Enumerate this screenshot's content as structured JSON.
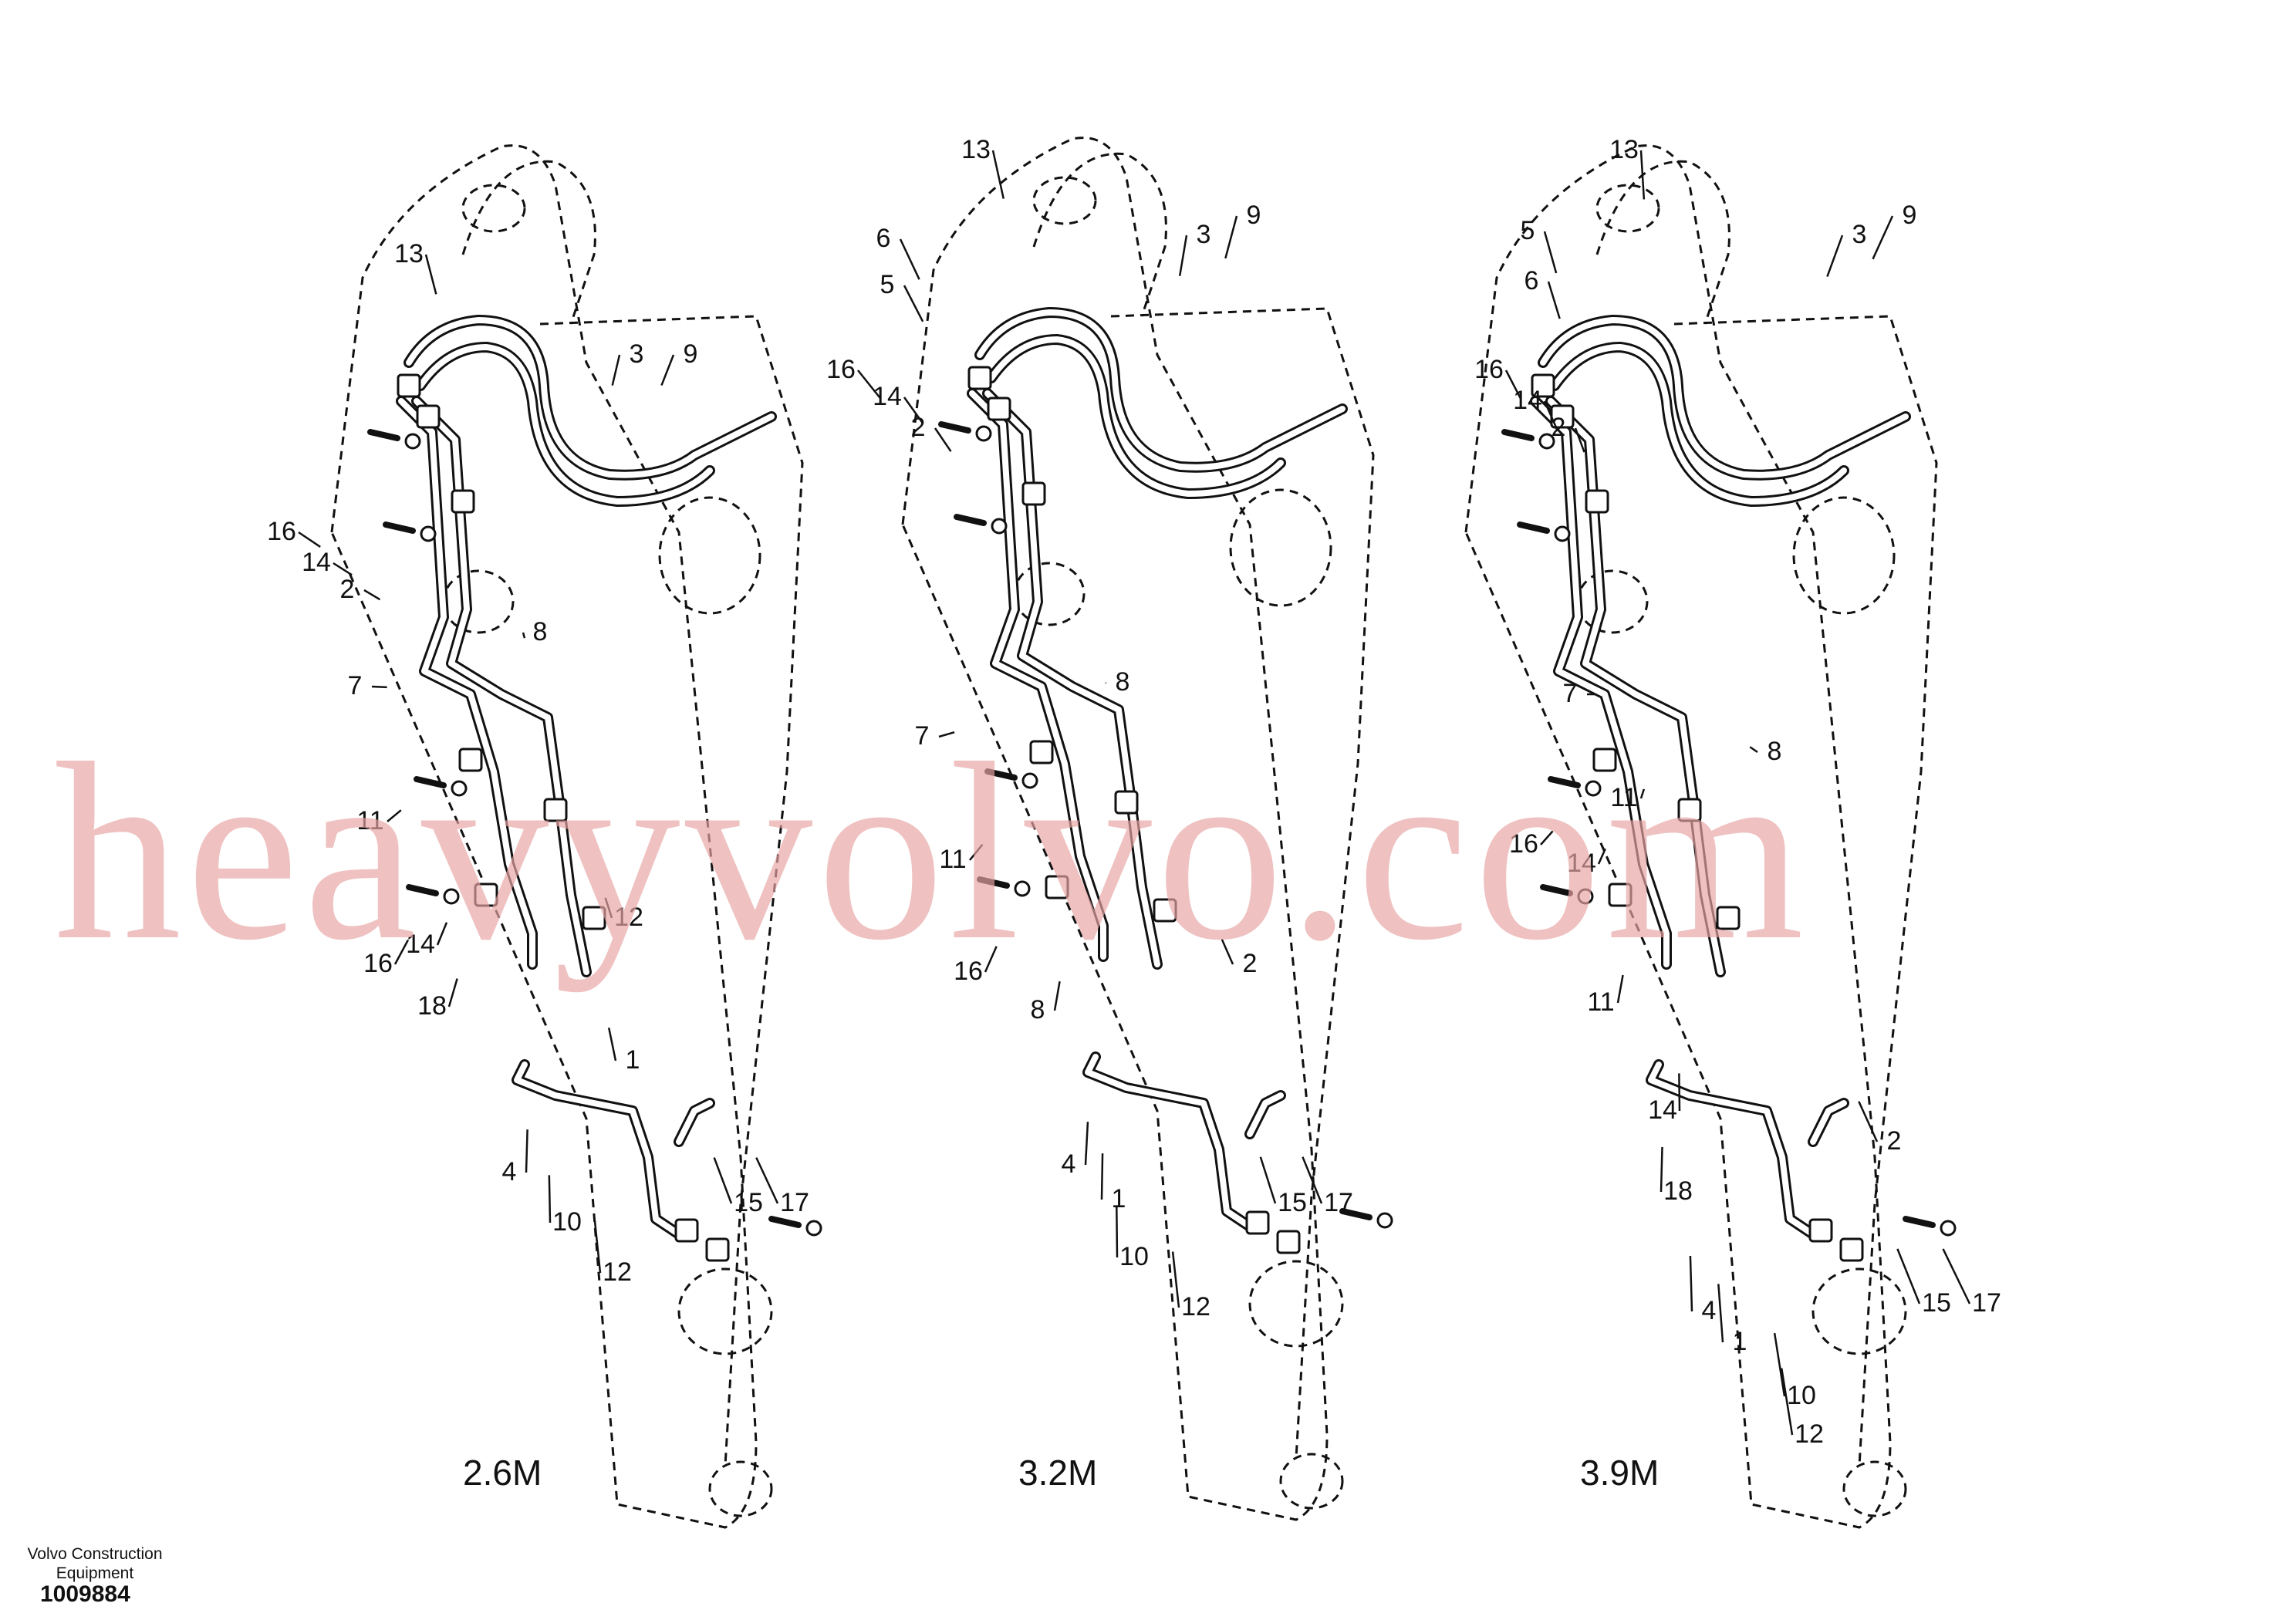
{
  "diagram": {
    "views": [
      {
        "caption": "2.6M",
        "labels": [
          "13",
          "3",
          "9",
          "16",
          "14",
          "2",
          "7",
          "8",
          "11",
          "14",
          "16",
          "12",
          "18",
          "1",
          "4",
          "15",
          "17",
          "10",
          "12"
        ]
      },
      {
        "caption": "3.2M",
        "labels": [
          "13",
          "6",
          "5",
          "3",
          "9",
          "16",
          "14",
          "2",
          "7",
          "8",
          "11",
          "16",
          "2",
          "8",
          "4",
          "1",
          "15",
          "17",
          "10",
          "12"
        ]
      },
      {
        "caption": "3.9M",
        "labels": [
          "13",
          "5",
          "6",
          "3",
          "9",
          "16",
          "14",
          "2",
          "7",
          "8",
          "11",
          "14",
          "16",
          "11",
          "14",
          "2",
          "18",
          "4",
          "1",
          "15",
          "17",
          "10",
          "12"
        ]
      }
    ]
  },
  "watermark": "heavyvolvo.com",
  "footer": {
    "brand_line1": "Volvo Construction",
    "brand_line2": "Equipment",
    "document_number": "1009884"
  }
}
